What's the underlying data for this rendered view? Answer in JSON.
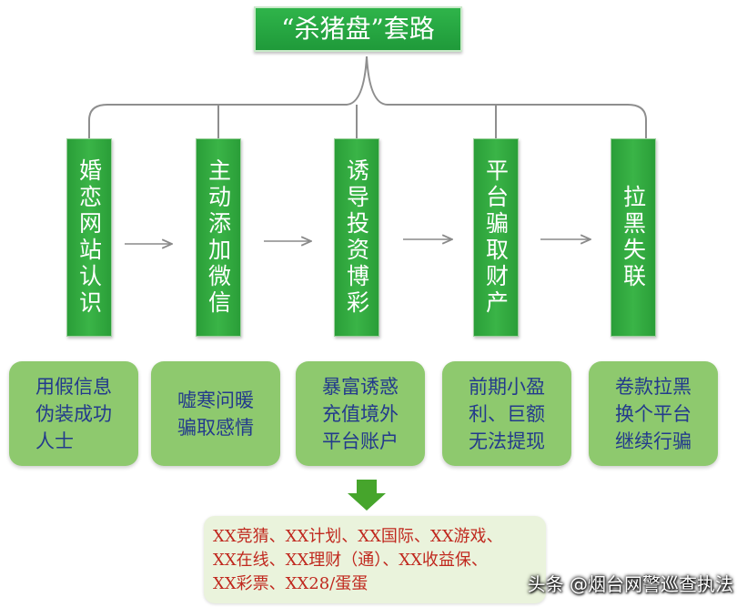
{
  "title": "“杀猪盘”套路",
  "steps": [
    {
      "label": "婚恋网站认识",
      "detail": "用假信息\n伪装成功\n人士"
    },
    {
      "label": "主动添加微信",
      "detail": "嘘寒问暖\n骗取感情"
    },
    {
      "label": "诱导投资博彩",
      "detail": "暴富诱惑\n充值境外\n平台账户"
    },
    {
      "label": "平台骗取财产",
      "detail": "前期小盈\n利、巨额\n无法提现"
    },
    {
      "label": "拉黑失联",
      "detail": "卷款拉黑\n换个平台\n继续行骗"
    }
  ],
  "platforms": "XX竞猜、XX计划、XX国际、XX游戏、\nXX在线、XX理财（通）、XX收益保、\nXX彩票、XX28/蛋蛋",
  "watermark": "头条 @烟台网警巡查执法",
  "colors": {
    "primary_green": "#2fb44a",
    "light_green": "#8ec96e",
    "text_blue": "#233a8c",
    "text_red": "#c0281e",
    "panel_bg": "#eaf3dc"
  }
}
